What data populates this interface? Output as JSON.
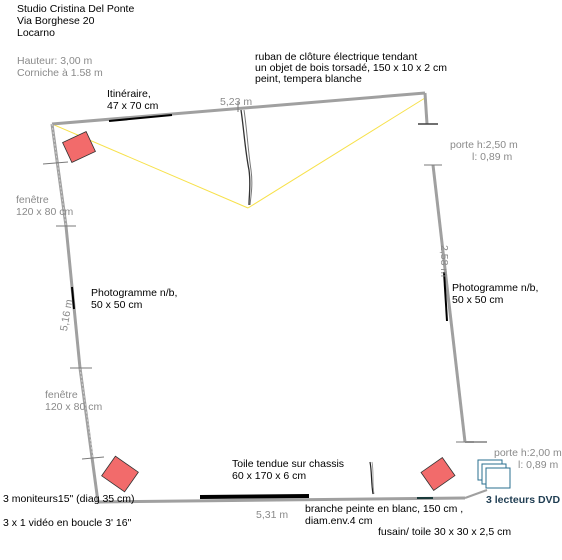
{
  "studio": {
    "name": "Studio Cristina Del  Ponte",
    "street": "Via Borghese 20",
    "city": "Locarno"
  },
  "room": {
    "height": "Hauteur: 3,00 m",
    "cornice": "Corniche à 1.58 m",
    "wall_top": "5,23 m",
    "wall_right": "2,58 m",
    "wall_left": "5,16 m",
    "wall_bottom": "5,31 m"
  },
  "items": {
    "ribbon": [
      "ruban de clôture électrique tendant",
      "un objet de bois torsadé, 150 x 10 x 2 cm",
      "peint, tempera blanche"
    ],
    "itineraire": [
      "Itinéraire,",
      "47 x 70 cm"
    ],
    "door_top": [
      "porte h:2,50 m",
      "l: 0,89 m"
    ],
    "door_bottom": [
      "porte h:2,00 m",
      "l: 0,89 m"
    ],
    "window_top": [
      "fenêtre",
      "120 x 80 cm"
    ],
    "window_bottom": [
      "fenêtre",
      "120 x 80 cm"
    ],
    "photo_left": [
      "Photogramme n/b,",
      "50 x 50 cm"
    ],
    "photo_right": [
      "Photogramme n/b,",
      "50 x 50 cm"
    ],
    "toile": [
      "Toile tendue sur chassis",
      "60 x 170 x 6 cm"
    ],
    "branche": [
      "branche peinte en blanc, 150 cm ,",
      "diam.env.4 cm"
    ],
    "fusain": "fusain/ toile 30 x 30 x 2,5 cm",
    "monitors": "3 moniteurs15\" (diag 35 cm)",
    "video": "3 x 1 vidéo en boucle 3' 16\"",
    "dvd": "3 lecteurs DVD"
  },
  "colors": {
    "wall": "#a0a0a0",
    "monitor": "#f26b6b",
    "laser": "#f7e14a",
    "dvd": "#2a6f8f"
  }
}
